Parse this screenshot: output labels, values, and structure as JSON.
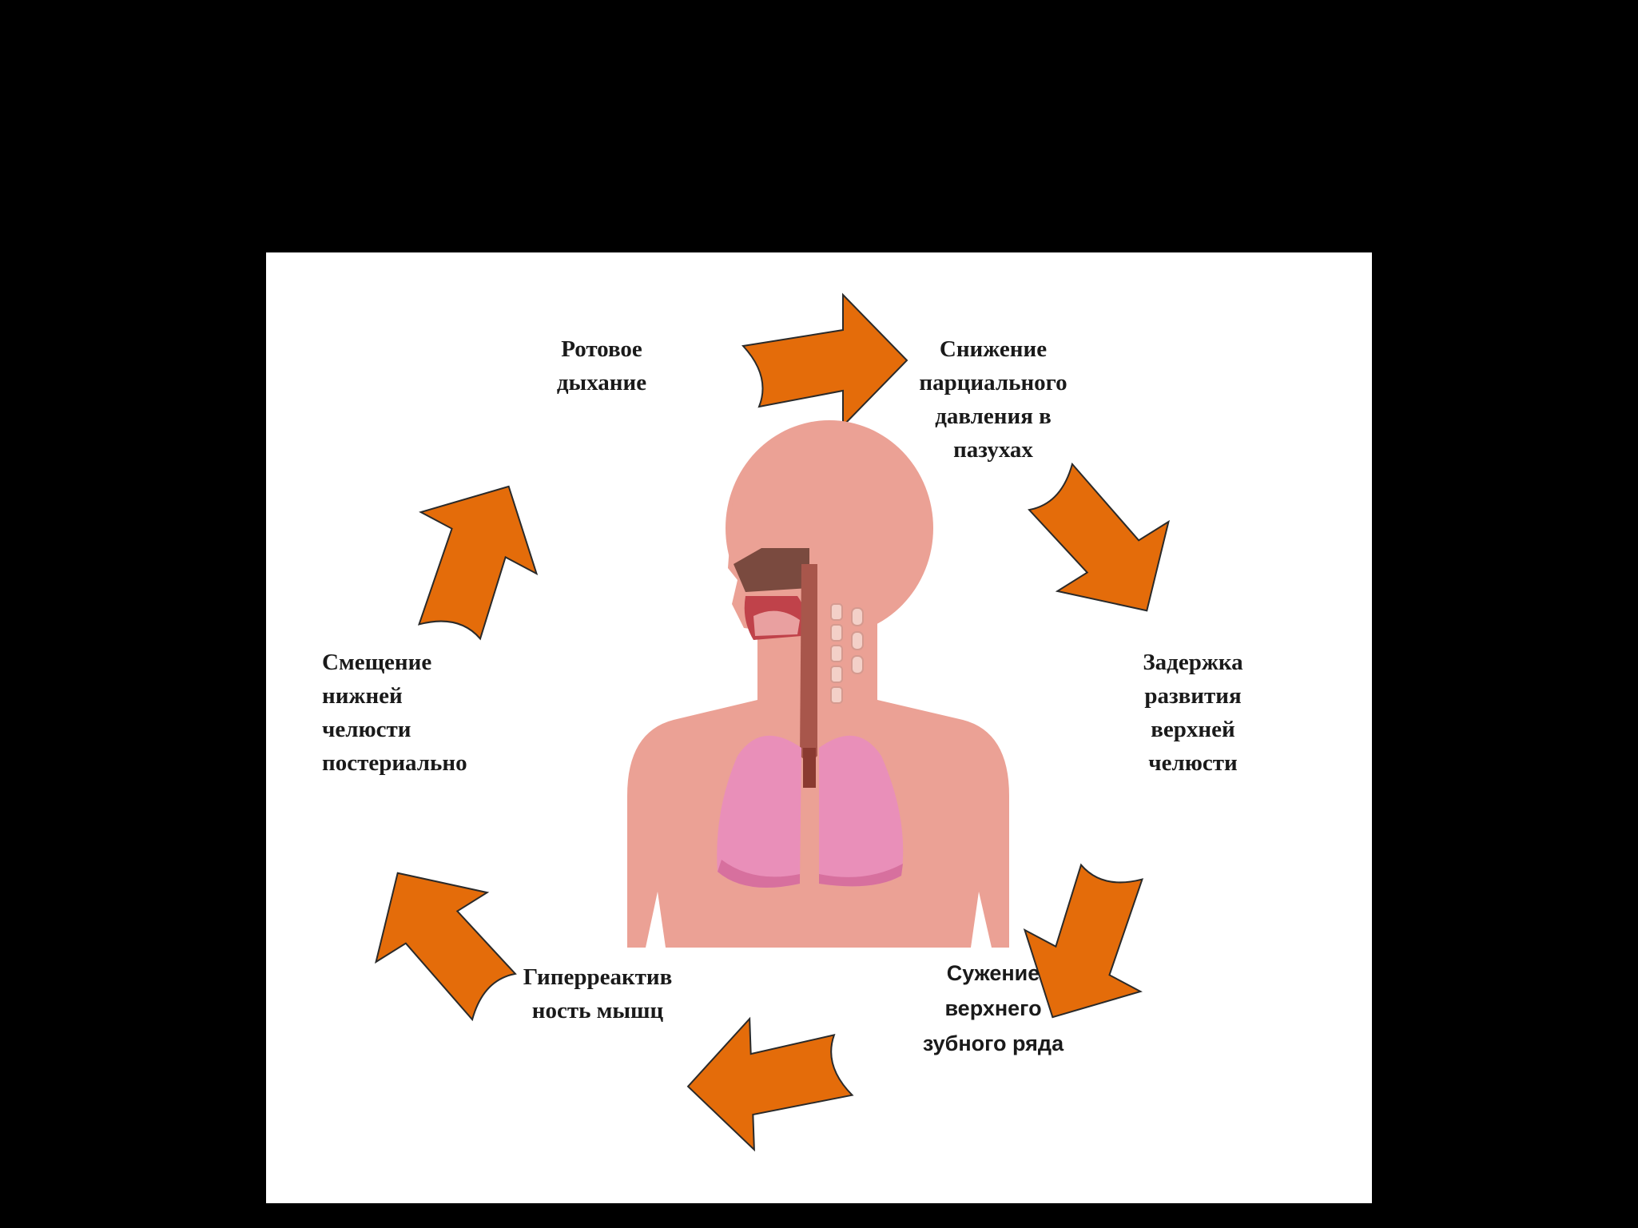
{
  "colors": {
    "background": "#000000",
    "panel": "#ffffff",
    "arrow_fill": "#e46c0a",
    "arrow_stroke": "#2a2a2a",
    "skin": "#eba195",
    "lungs": "#e98fb9"
  },
  "icons": {
    "center": "human-respiratory-system-icon",
    "arrow": "curved-arrow-icon"
  },
  "labels": {
    "mouth_breathing": [
      "Ротовое",
      "дыхание"
    ],
    "sinus_pressure": [
      "Снижение",
      "парциального",
      "давления в",
      "пазухах"
    ],
    "maxilla_delay": [
      "Задержка",
      "развития",
      "верхней",
      "челюсти"
    ],
    "dental_arch": [
      "Сужение",
      "верхнего",
      "зубного ряда"
    ],
    "muscle_hyper": [
      "Гиперреактив",
      "ность мышц"
    ],
    "mandible_shift": [
      "Смещение",
      "нижней",
      "челюсти",
      "постериально"
    ]
  }
}
